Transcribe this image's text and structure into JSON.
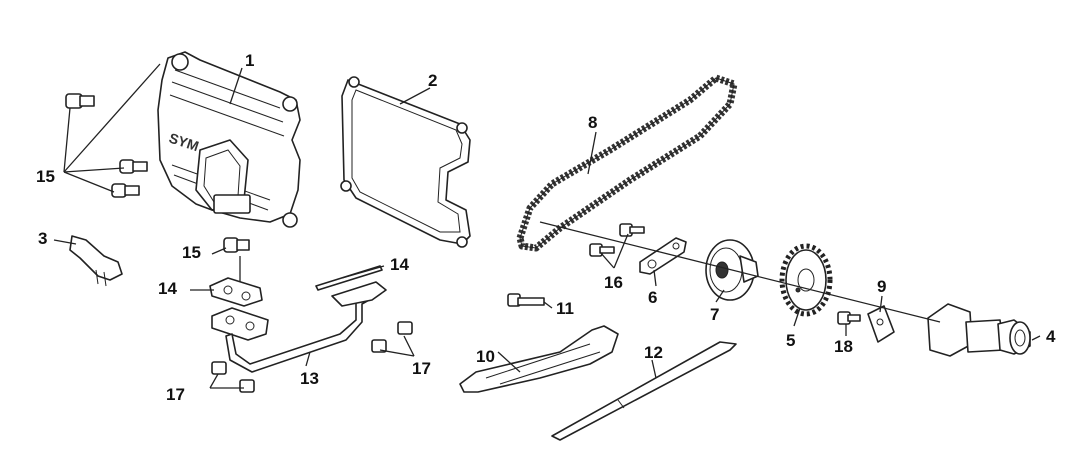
{
  "diagram": {
    "parts": [
      {
        "id": "1",
        "label": "1"
      },
      {
        "id": "2",
        "label": "2"
      },
      {
        "id": "3",
        "label": "3"
      },
      {
        "id": "4",
        "label": "4"
      },
      {
        "id": "5",
        "label": "5"
      },
      {
        "id": "6",
        "label": "6"
      },
      {
        "id": "7",
        "label": "7"
      },
      {
        "id": "8",
        "label": "8"
      },
      {
        "id": "9",
        "label": "9"
      },
      {
        "id": "10",
        "label": "10"
      },
      {
        "id": "11",
        "label": "11"
      },
      {
        "id": "12",
        "label": "12"
      },
      {
        "id": "13",
        "label": "13"
      },
      {
        "id": "14a",
        "label": "14"
      },
      {
        "id": "14b",
        "label": "14"
      },
      {
        "id": "15a",
        "label": "15"
      },
      {
        "id": "15b",
        "label": "15"
      },
      {
        "id": "16",
        "label": "16"
      },
      {
        "id": "17a",
        "label": "17"
      },
      {
        "id": "17b",
        "label": "17"
      },
      {
        "id": "18",
        "label": "18"
      }
    ],
    "logo_text": "SYM"
  }
}
